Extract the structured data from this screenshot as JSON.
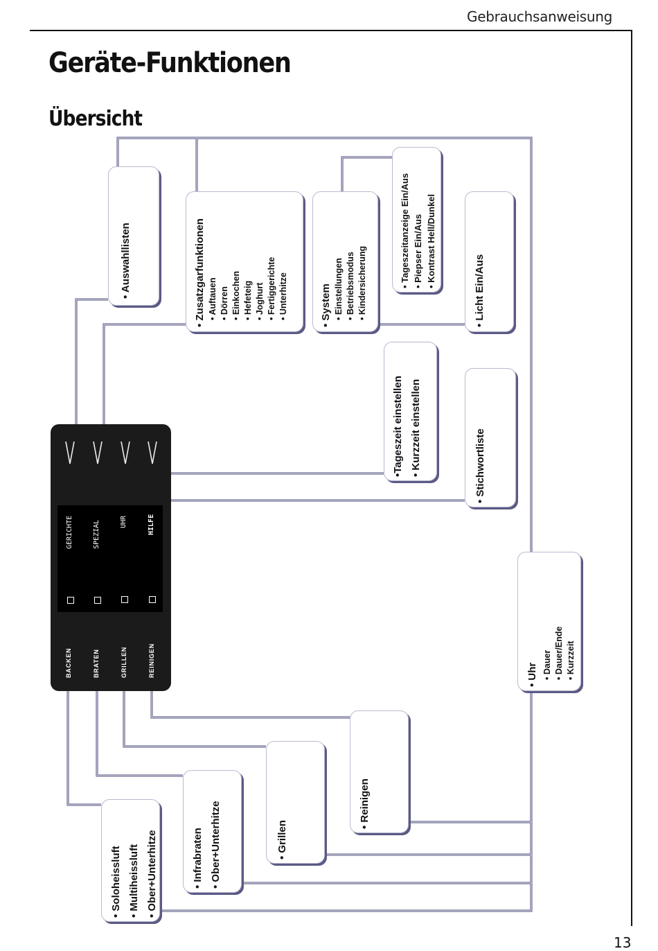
{
  "header": {
    "running_title": "Gebrauchsanweisung",
    "page_number": "13"
  },
  "page": {
    "title": "Geräte-Funktionen",
    "section_title": "Übersicht"
  },
  "control_panel": {
    "display_menu": [
      "GERICHTE",
      "SPEZIAL",
      "UHR",
      "HILFE"
    ],
    "buttons": [
      "BACKEN",
      "BRATEN",
      "GRILLEN",
      "REINIGEN"
    ],
    "colors": {
      "panel": "#1b1b1b",
      "lcd": "#000000",
      "connector": "#4a4a7a"
    }
  },
  "boxes": {
    "auswahllisten": {
      "items": [
        "• Auswahllisten"
      ]
    },
    "zusatzgarfunktionen": {
      "title": "• Zusatzgarfunktionen",
      "items": [
        "• Auftauen",
        "• Dörren",
        "• Einkochen",
        "• Hefeteig",
        "• Joghurt",
        "• Fertiggerichte",
        "• Unterhitze"
      ]
    },
    "system": {
      "title": "• System",
      "items": [
        "• Einstellungen",
        "• Betriebsmodus",
        "• Kindersicherung"
      ]
    },
    "einstellungen": {
      "items": [
        "• Tageszeitanzeige Ein/Aus",
        "• Piepser Ein/Aus",
        "• Kontrast Hell/Dunkel"
      ]
    },
    "licht": {
      "items": [
        "• Licht Ein/Aus"
      ]
    },
    "uhr_einstellen": {
      "items": [
        "•Tageszeit einstellen",
        "• Kurzzeit einstellen"
      ]
    },
    "stichwortliste": {
      "items": [
        "• Stichwortliste"
      ]
    },
    "uhr": {
      "title": "• Uhr",
      "items": [
        "• Dauer",
        "• Dauer/Ende",
        "• Kurzzeit"
      ]
    },
    "backen": {
      "items": [
        "• Soloheissluft",
        "• Multiheissluft",
        "• Ober+Unterhitze"
      ]
    },
    "braten": {
      "items": [
        "• Infrabraten",
        "• Ober+Unterhitze"
      ]
    },
    "grillen": {
      "items": [
        "• Grillen"
      ]
    },
    "reinigen": {
      "items": [
        "• Reinigen"
      ]
    }
  }
}
